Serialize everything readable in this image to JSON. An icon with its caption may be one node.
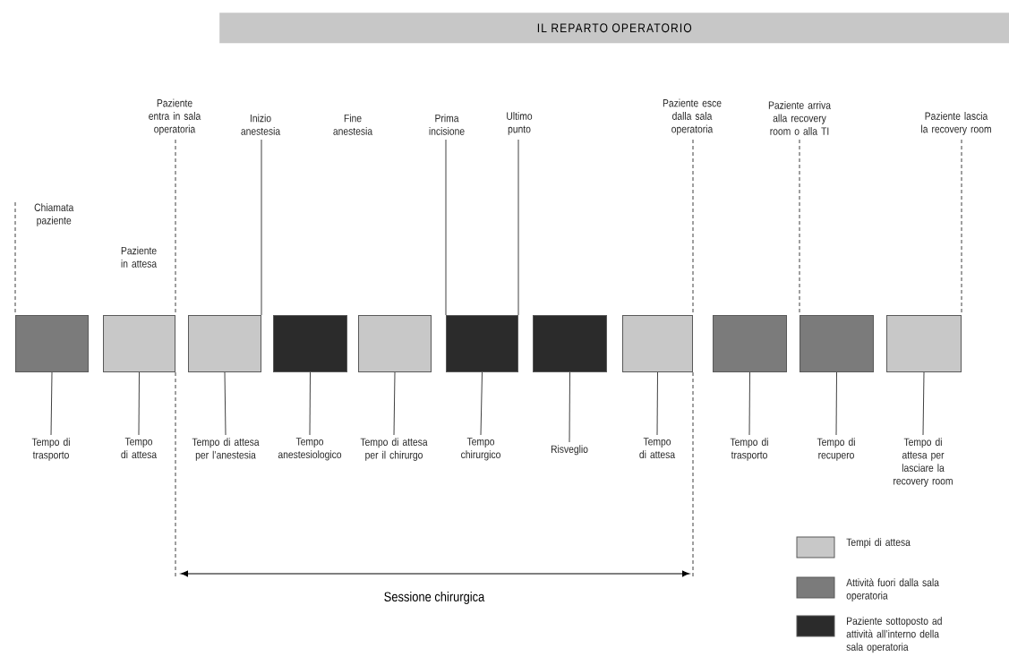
{
  "diagram": {
    "title": "IL REPARTO OPERATORIO",
    "nodes": [
      {
        "text": [],
        "shape": "box"
      },
      {
        "text": [],
        "shape": "box"
      },
      {
        "text": [],
        "shape": "box"
      },
      {
        "text": [],
        "shape": "box"
      },
      {
        "text": [],
        "shape": "box"
      },
      {
        "text": [],
        "shape": "box"
      },
      {
        "text": [],
        "shape": "box"
      },
      {
        "text": [],
        "shape": "box"
      },
      {
        "text": [],
        "shape": "box"
      },
      {
        "text": [],
        "shape": "box"
      },
      {
        "text": [],
        "shape": "box"
      },
      {
        "text": [
          "Tempo di trasporto"
        ]
      },
      {
        "text": [
          "Tempo di attesa"
        ]
      },
      {
        "text": [
          "Tempo di attesa per l’anestesia"
        ]
      },
      {
        "text": [
          "Tempo anestesiologico"
        ]
      },
      {
        "text": [
          "Tempo di attesa per il chirurgo"
        ]
      },
      {
        "text": [
          "Tempo chirurgico"
        ]
      },
      {
        "text": [
          "Risveglio"
        ]
      },
      {
        "text": [
          "Tempo di attesa"
        ]
      },
      {
        "text": [
          "Tempo di trasporto"
        ]
      },
      {
        "text": [
          "Tempo di recupero"
        ]
      },
      {
        "text": [
          "Tempo di attesa per lasciare la recovery room"
        ]
      },
      {
        "text": [
          "Chiamata paziente"
        ]
      },
      {
        "text": [
          "Paziente entra in sala operatoria"
        ]
      },
      {
        "text": [
          "Inizio anestesia"
        ]
      },
      {
        "text": [
          "Prima incisione"
        ]
      },
      {
        "text": [
          "Ultimo punto"
        ]
      },
      {
        "text": [
          "Paziente esce dalla sala operatoria"
        ]
      },
      {
        "text": [
          "Paziente arriva alla recovery room o alla TI"
        ]
      },
      {
        "text": [
          "Paziente lascia la recovery room"
        ]
      }
    ],
    "edges": [
      {
        "from": 11,
        "to": 0,
        "arrow": "none"
      },
      {
        "from": 12,
        "to": 1,
        "arrow": "none"
      },
      {
        "from": 13,
        "to": 2,
        "arrow": "none"
      },
      {
        "from": 14,
        "to": 3,
        "arrow": "none"
      },
      {
        "from": 15,
        "to": 4,
        "arrow": "none"
      },
      {
        "from": 16,
        "to": 5,
        "arrow": "none"
      },
      {
        "from": 17,
        "to": 6,
        "arrow": "none"
      },
      {
        "from": 18,
        "to": 7,
        "arrow": "none"
      },
      {
        "from": 19,
        "to": 8,
        "arrow": "none"
      },
      {
        "from": 20,
        "to": 9,
        "arrow": "none"
      },
      {
        "from": 21,
        "to": 10,
        "arrow": "none"
      },
      {
        "from": 22,
        "to": 0,
        "arrow": "none",
        "style": "dashed"
      },
      {
        "from": 23,
        "to": 1,
        "arrow": "none",
        "style": "dashed"
      },
      {
        "from": 24,
        "to": 2,
        "arrow": "none"
      },
      {
        "from": 25,
        "to": 5,
        "arrow": "none"
      },
      {
        "from": 26,
        "to": 5,
        "arrow": "none"
      },
      {
        "from": 27,
        "to": 7,
        "arrow": "none",
        "style": "dashed"
      },
      {
        "from": 28,
        "to": 9,
        "arrow": "none",
        "style": "dashed"
      },
      {
        "from": 29,
        "to": 10,
        "arrow": "none",
        "style": "dashed"
      }
    ],
    "labels": [
      "Paziente in attesa",
      "Fine anestesia",
      "Sessione chirurgica"
    ],
    "legend": [
      {
        "text": "Tempi di attesa",
        "color": "#c8c8c8"
      },
      {
        "text": "Attività fuori dalla sala operatoria",
        "color": "#7b7b7b"
      },
      {
        "text": "Paziente sottoposto ad attività all’interno della sala operatoria",
        "color": "#2b2b2b"
      }
    ]
  }
}
